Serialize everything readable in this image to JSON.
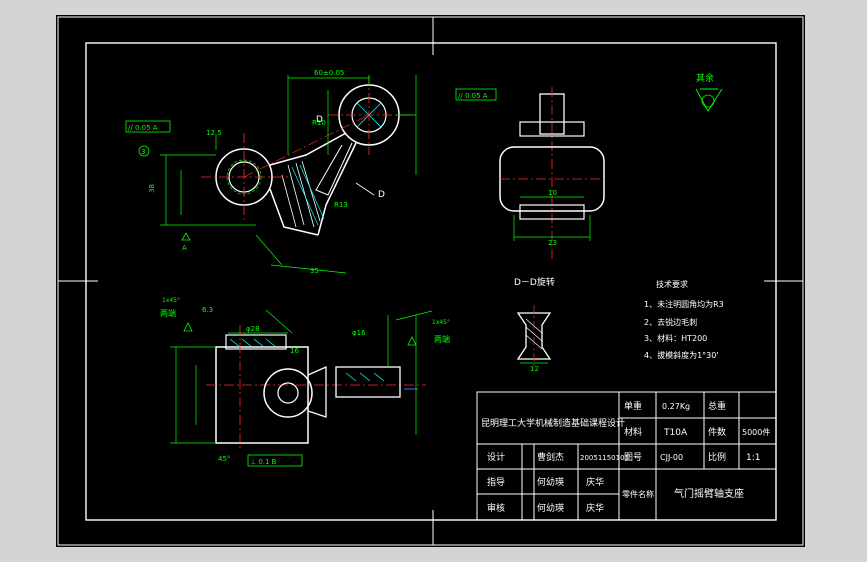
{
  "drawing": {
    "section_label": "D－D旋转",
    "view_marker_d_top": "D",
    "view_marker_d_side": "D",
    "roughness_note": "其余",
    "left_face_label": "两端",
    "right_face_label": "两端",
    "datum_a_label": "A",
    "flag_symbol_label": "3"
  },
  "tech_requirements": {
    "title": "技术要求",
    "items": [
      "1、未注明圆角均为R3",
      "2、去锐边毛刺",
      "3、材料：HT200",
      "4、拔模斜度为1°30'"
    ]
  },
  "dimensions": {
    "top_center": "60±0.05",
    "tol_top_right": "// 0.05 A",
    "tol_left": "// 0.05 A",
    "rough_12_5": "12.5",
    "dim_38": "38",
    "dim_35": "35",
    "dim_r13": "R13",
    "dim_r10": "R10",
    "dim_10": "10",
    "dim_23": "23",
    "dim_12": "12",
    "dim_45": "45°",
    "dim_16": "16",
    "dim_1x45a": "1x45°",
    "dim_1x45b": "1x45°",
    "dim_6_3": "6.3",
    "dim_phi28": "φ28",
    "dim_phi16": "φ16",
    "tol_bottom": "⊥ 0.1 B"
  },
  "title_block": {
    "school": "昆明理工大学机械制造基础课程设计",
    "mass_label": "单重",
    "mass_value": "0.27Kg",
    "total_label": "总重",
    "total_value": "",
    "material_label": "材料",
    "material_value": "T10A",
    "qty_label": "件数",
    "qty_value": "5000件",
    "designer_label": "设计",
    "designer_name": "曹剑杰",
    "designer_id": "20051150101",
    "drawing_no_label": "图号",
    "drawing_no": "CJJ-00",
    "scale_label": "比例",
    "scale_value": "1:1",
    "advisor_label": "指导",
    "advisor_name": "何幼瑛",
    "advisor_name2": "庆华",
    "reviewer_label": "审核",
    "reviewer_name": "何幼瑛",
    "reviewer_name2": "庆华",
    "part_name_label": "零件名称",
    "part_name": "气门摇臂轴支座"
  },
  "colors": {
    "background": "#000000",
    "frame": "#ffffff",
    "outline": "#ffffff",
    "dimension": "#00ff00",
    "centerline": "#ff2a2a",
    "hatch": "#00ffff",
    "section_line": "#ffff00",
    "marker_blue": "#4a6cff",
    "surround": "#d4d4d4"
  }
}
